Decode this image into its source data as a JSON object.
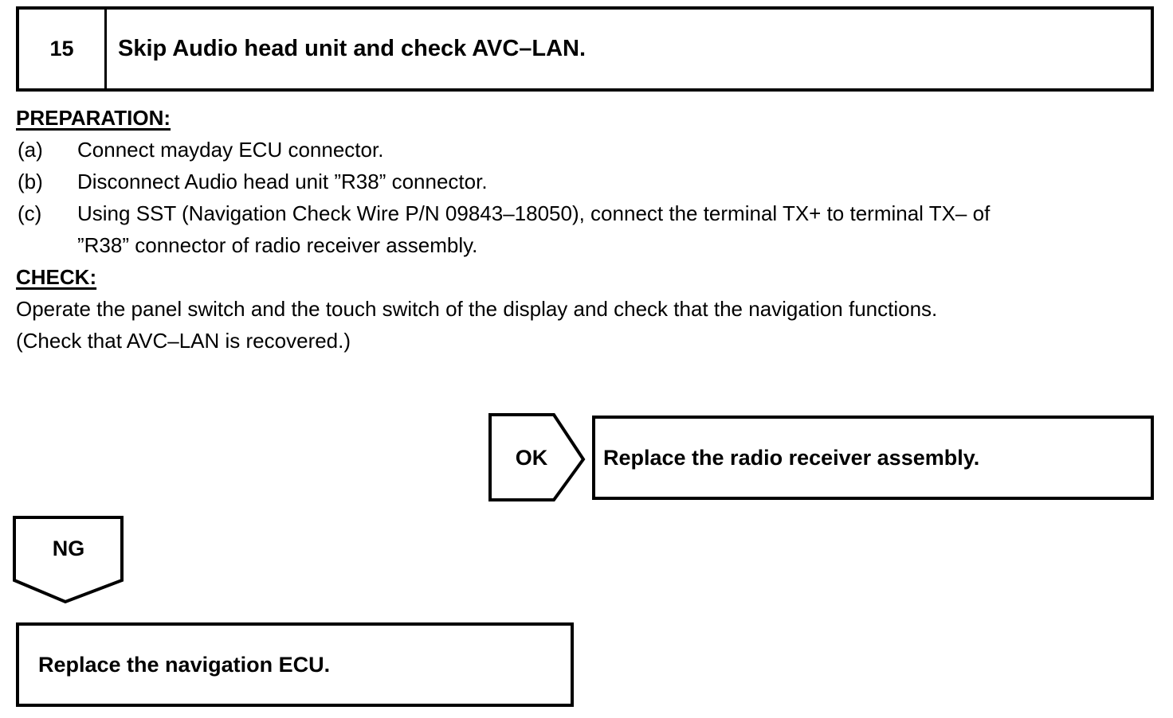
{
  "colors": {
    "ink": "#000000",
    "paper": "#ffffff"
  },
  "step": {
    "number": "15",
    "title": "Skip Audio head unit and check AVC–LAN."
  },
  "preparation": {
    "heading": "PREPARATION:",
    "items": [
      {
        "label": "(a)",
        "lines": [
          "Connect mayday ECU connector."
        ]
      },
      {
        "label": "(b)",
        "lines": [
          "Disconnect Audio head unit ”R38” connector."
        ]
      },
      {
        "label": "(c)",
        "lines": [
          "Using SST (Navigation Check Wire P/N 09843–18050), connect the terminal TX+ to terminal TX– of",
          "”R38” connector of radio receiver assembly."
        ]
      }
    ]
  },
  "check": {
    "heading": "CHECK:",
    "lines": [
      "Operate the panel switch and the touch switch of the display and check that the navigation functions.",
      "(Check that AVC–LAN is recovered.)"
    ]
  },
  "flow": {
    "ok": {
      "label": "OK",
      "result": "Replace the radio receiver assembly."
    },
    "ng": {
      "label": "NG",
      "result": "Replace the navigation ECU."
    }
  }
}
